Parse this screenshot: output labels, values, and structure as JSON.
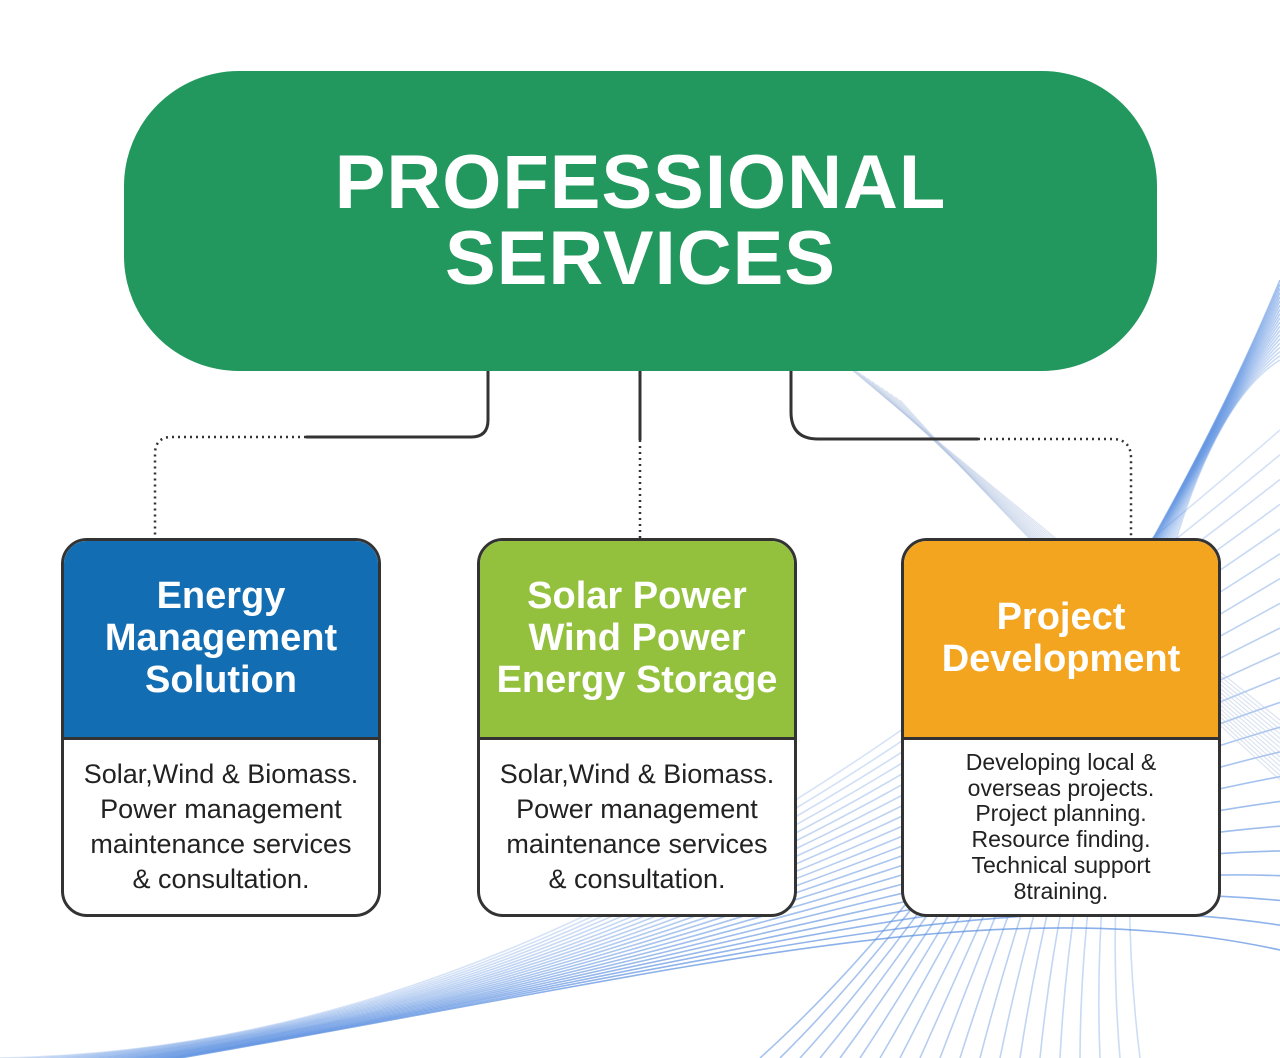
{
  "colors": {
    "hero": "#23985e",
    "card_1": "#136db2",
    "card_2": "#93c13e",
    "card_3": "#f3a51f",
    "outline": "#333333",
    "waves": "#5a8fe0"
  },
  "hero": {
    "title_lines": [
      "PROFESSIONAL",
      "SERVICES"
    ]
  },
  "cards": [
    {
      "title_lines": [
        "Energy",
        "Management",
        "Solution"
      ],
      "desc_lines": [
        "Solar,Wind & Biomass.",
        "Power management",
        "maintenance services",
        "& consultation."
      ]
    },
    {
      "title_lines": [
        "Solar Power",
        "Wind Power",
        "Energy Storage"
      ],
      "desc_lines": [
        "Solar,Wind & Biomass.",
        "Power management",
        "maintenance services",
        "& consultation."
      ]
    },
    {
      "title_lines": [
        "Project",
        "Development"
      ],
      "desc_lines": [
        "Developing local &",
        "overseas projects.",
        "Project planning.",
        "Resource finding.",
        "Technical support",
        "8training."
      ]
    }
  ]
}
